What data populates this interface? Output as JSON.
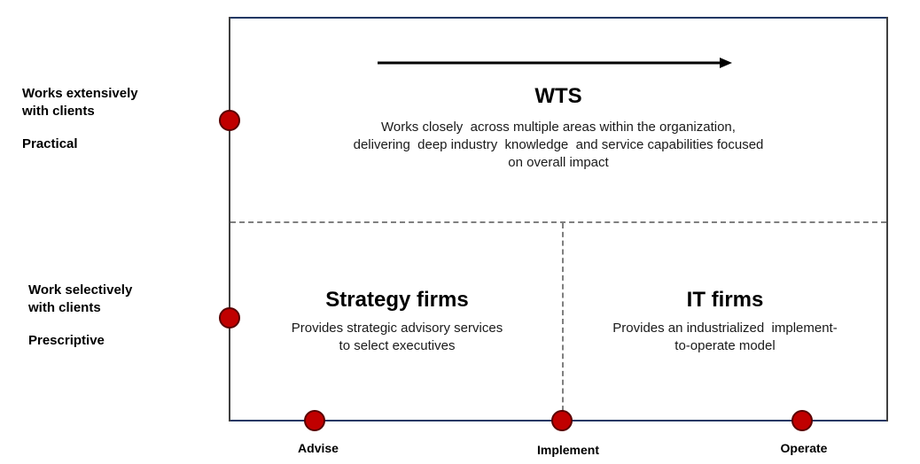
{
  "left_labels": {
    "top": {
      "line1": "Works extensively",
      "line2": "with clients",
      "line3": "Practical"
    },
    "bottom": {
      "line1": "Work selectively",
      "line2": "with clients",
      "line3": "Prescriptive"
    }
  },
  "quadrants": {
    "wts": {
      "title": "WTS",
      "lines": [
        "Works closely  across multiple areas within the organization,",
        "delivering  deep industry  knowledge  and service capabilities focused",
        "on overall impact"
      ]
    },
    "strategy": {
      "title": "Strategy firms",
      "lines": [
        "Provides strategic advisory services",
        "to select executives"
      ]
    },
    "it": {
      "title": "IT firms",
      "lines": [
        "Provides an industrialized  implement-",
        "to-operate model"
      ]
    }
  },
  "x_axis": {
    "advise": "Advise",
    "implement": "Implement",
    "operate": "Operate"
  },
  "colors": {
    "dot": "#c00000",
    "frame": "#1f3864",
    "dash": "#7f7f7f"
  }
}
